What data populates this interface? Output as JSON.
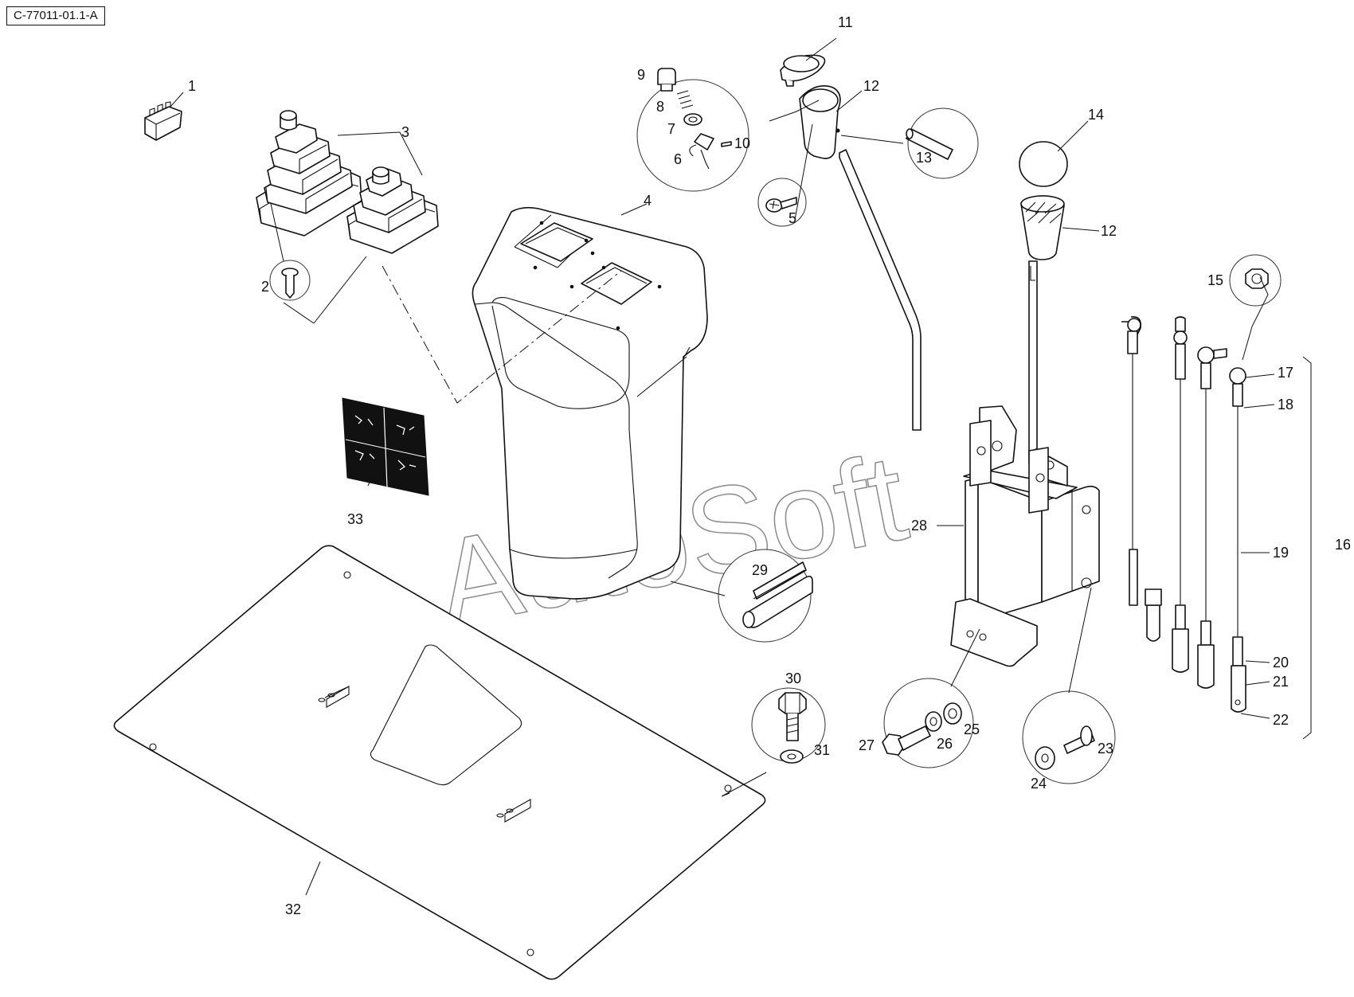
{
  "document_id": "C-77011-01.1-A",
  "watermark": "AutoSoft",
  "callouts": [
    "1",
    "2",
    "3",
    "4",
    "5",
    "6",
    "7",
    "8",
    "9",
    "10",
    "11",
    "12",
    "12",
    "13",
    "14",
    "15",
    "16",
    "17",
    "18",
    "19",
    "20",
    "21",
    "22",
    "23",
    "24",
    "25",
    "26",
    "27",
    "28",
    "29",
    "30",
    "31",
    "32",
    "33"
  ]
}
